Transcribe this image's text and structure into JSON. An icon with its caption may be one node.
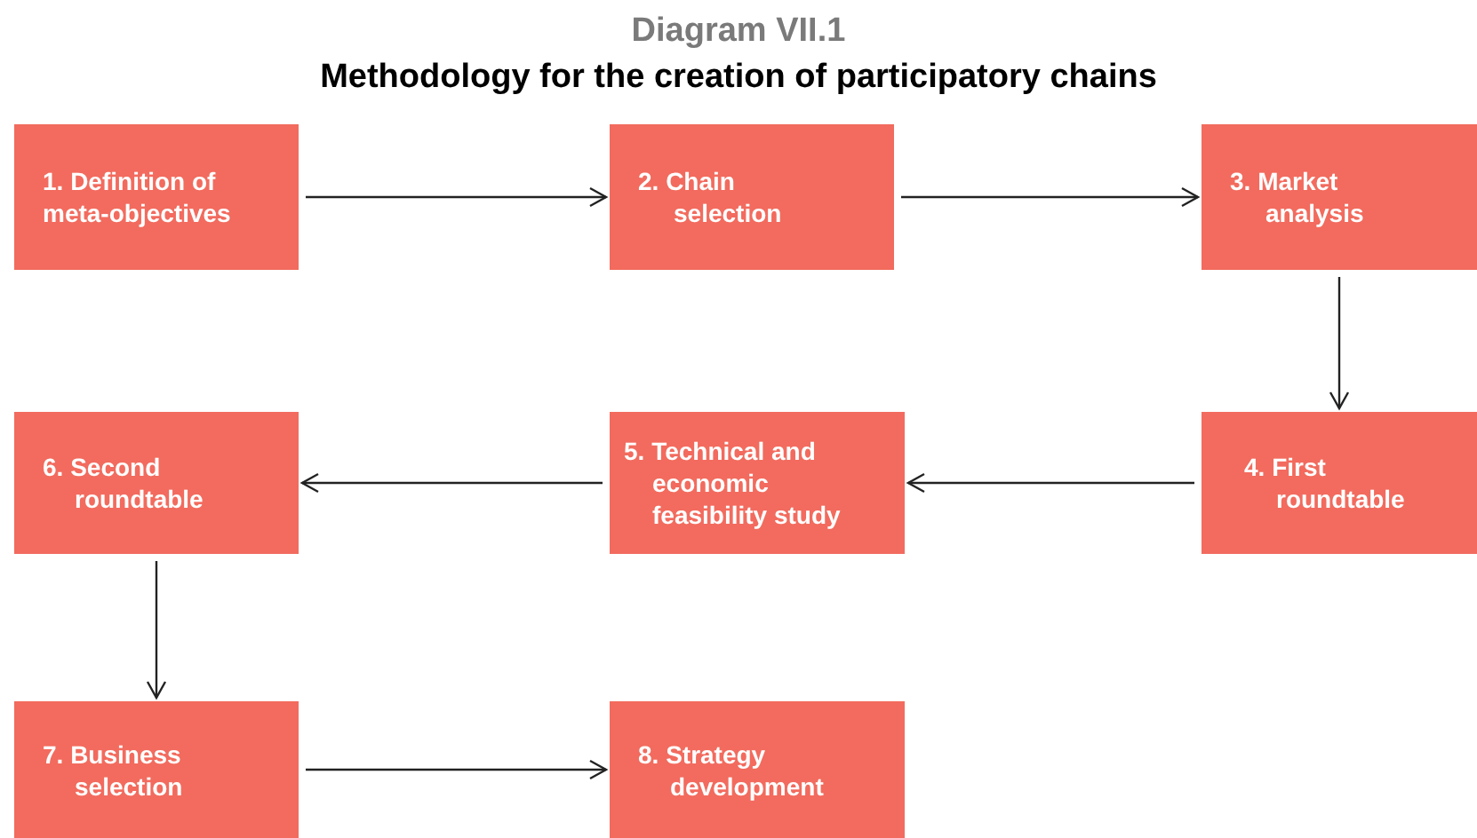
{
  "diagram": {
    "title": "Methodology for the creation of participatory chains",
    "labels": [
      "Diagram VII.1"
    ],
    "nodes": [
      {
        "text": [
          "1. Definition of meta-objectives"
        ]
      },
      {
        "text": [
          "2. Chain selection"
        ]
      },
      {
        "text": [
          "3. Market analysis"
        ]
      },
      {
        "text": [
          "4. First roundtable"
        ]
      },
      {
        "text": [
          "5. Technical and economic feasibility study"
        ]
      },
      {
        "text": [
          "6. Second roundtable"
        ]
      },
      {
        "text": [
          "7. Business selection"
        ]
      },
      {
        "text": [
          "8. Strategy development"
        ]
      }
    ],
    "edges": [
      {
        "from": 0,
        "to": 1,
        "arrow": "to"
      },
      {
        "from": 1,
        "to": 2,
        "arrow": "to"
      },
      {
        "from": 2,
        "to": 3,
        "arrow": "to"
      },
      {
        "from": 3,
        "to": 4,
        "arrow": "to"
      },
      {
        "from": 4,
        "to": 5,
        "arrow": "to"
      },
      {
        "from": 5,
        "to": 6,
        "arrow": "to"
      },
      {
        "from": 6,
        "to": 7,
        "arrow": "to"
      }
    ]
  }
}
